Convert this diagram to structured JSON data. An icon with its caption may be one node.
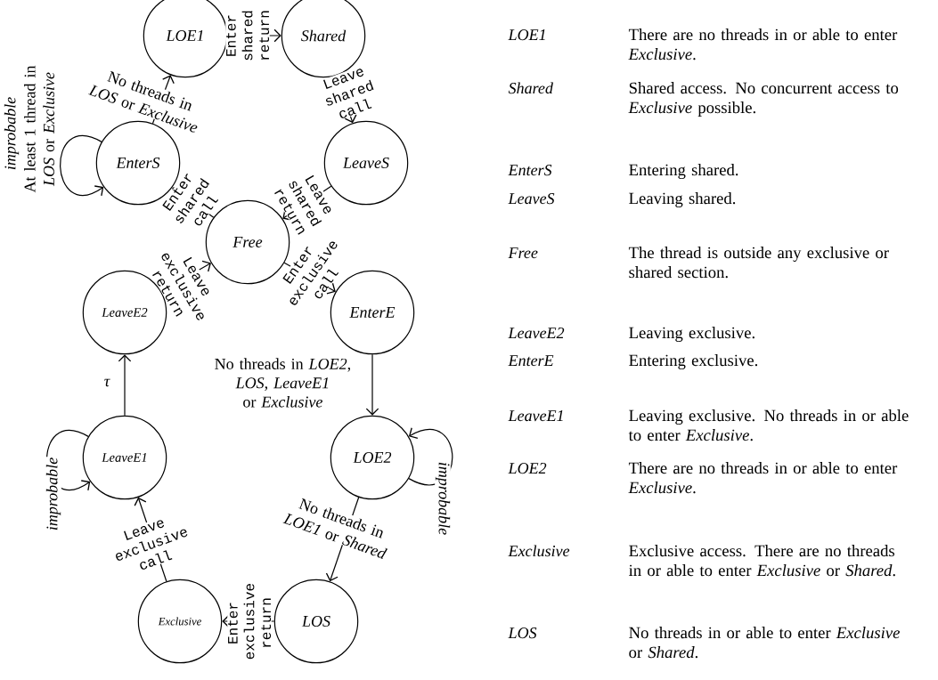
{
  "diagram": {
    "nodes": [
      {
        "text": [
          "LOE1"
        ]
      },
      {
        "text": [
          "Shared"
        ]
      },
      {
        "text": [
          "EnterS"
        ]
      },
      {
        "text": [
          "LeaveS"
        ]
      },
      {
        "text": [
          "Free"
        ]
      },
      {
        "text": [
          "LeaveE2"
        ]
      },
      {
        "text": [
          "EnterE"
        ]
      },
      {
        "text": [
          "LeaveE1"
        ]
      },
      {
        "text": [
          "LOE2"
        ]
      },
      {
        "text": [
          "Exclusive"
        ]
      },
      {
        "text": [
          "LOS"
        ]
      }
    ],
    "edges": [
      {
        "from": 0,
        "to": 1,
        "arrow": "to",
        "label": "Enter shared return"
      },
      {
        "from": 1,
        "to": 3,
        "arrow": "to",
        "label": "Leave shared call"
      },
      {
        "from": 3,
        "to": 4,
        "arrow": "to",
        "label": "Leave shared return"
      },
      {
        "from": 4,
        "to": 2,
        "arrow": "to",
        "label": "Enter shared call"
      },
      {
        "from": 2,
        "to": 0,
        "arrow": "to",
        "label": "No threads in *LOS* or *Exclusive*"
      },
      {
        "from": 2,
        "to": 2,
        "arrow": "to",
        "label": "improbable"
      },
      {
        "from": 4,
        "to": 6,
        "arrow": "to",
        "label": "Enter exclusive call"
      },
      {
        "from": 5,
        "to": 4,
        "arrow": "to",
        "label": "Leave exclusive return"
      },
      {
        "from": 6,
        "to": 8,
        "arrow": "to",
        "label": "No threads in *LOE2*, *LOS*, *LeaveE1* or *Exclusive*"
      },
      {
        "from": 8,
        "to": 8,
        "arrow": "to",
        "label": "improbable"
      },
      {
        "from": 8,
        "to": 10,
        "arrow": "to",
        "label": "No threads in *LOE1* or *Shared*"
      },
      {
        "from": 10,
        "to": 9,
        "arrow": "to",
        "label": "Enter exclusive return"
      },
      {
        "from": 9,
        "to": 7,
        "arrow": "to",
        "label": "Leave exclusive call"
      },
      {
        "from": 7,
        "to": 7,
        "arrow": "to",
        "label": "improbable"
      },
      {
        "from": 7,
        "to": 5,
        "arrow": "to",
        "label": "τ"
      }
    ],
    "labels": [
      "At least 1 thread in *LOS* or *Exclusive*",
      "LOE1",
      "There are no threads in or able to enter *Exclusive*.",
      "Shared",
      "Shared access. No concurrent access to *Exclusive* possible.",
      "EnterS",
      "Entering shared.",
      "LeaveS",
      "Leaving shared.",
      "Free",
      "The thread is outside any exclusive or shared section.",
      "LeaveE2",
      "Leaving exclusive.",
      "EnterE",
      "Entering exclusive.",
      "LeaveE1",
      "Leaving exclusive. No threads in or able to enter *Exclusive*.",
      "LOE2",
      "There are no threads in or able to enter *Exclusive*.",
      "Exclusive",
      "Exclusive access. There are no threads in or able to enter *Exclusive* or *Shared*.",
      "LOS",
      "No threads in or able to enter *Exclusive* or *Shared*."
    ]
  }
}
